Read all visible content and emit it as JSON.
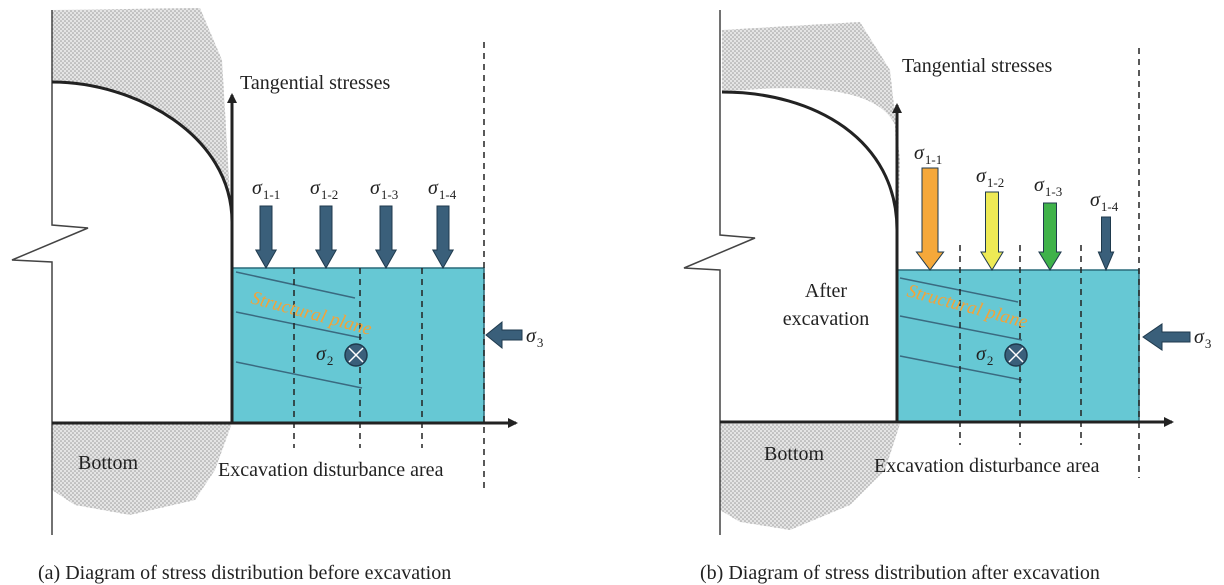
{
  "panel_a": {
    "axis_label": "Tangential stresses",
    "disturbance_label": "Excavation disturbance area",
    "bottom_label": "Bottom",
    "plane_label": "Structural plane",
    "sigma_symbol": "σ",
    "sigma1_subs": [
      "1-1",
      "1-2",
      "1-3",
      "1-4"
    ],
    "sigma2_sub": "2",
    "sigma3_sub": "3",
    "caption": "(a) Diagram of stress distribution before excavation",
    "arrow_colors": [
      "#3a5f7a",
      "#3a5f7a",
      "#3a5f7a",
      "#3a5f7a"
    ]
  },
  "panel_b": {
    "axis_label": "Tangential stresses",
    "disturbance_label": "Excavation disturbance area",
    "bottom_label": "Bottom",
    "plane_label": "Structural plane",
    "after_line1": "After",
    "after_line2": "excavation",
    "sigma_symbol": "σ",
    "sigma1_subs": [
      "1-1",
      "1-2",
      "1-3",
      "1-4"
    ],
    "sigma2_sub": "2",
    "sigma3_sub": "3",
    "caption": "(b) Diagram of stress distribution after excavation",
    "arrow_colors": [
      "#f5a83a",
      "#eeea55",
      "#3fb24a",
      "#3a5f7a"
    ]
  },
  "colors": {
    "zone_fill": "#66c8d4",
    "rock_fill": "#d9d9d9",
    "arrow_default": "#3a5f7a",
    "line": "#222222",
    "plane_text": "#f2a33a"
  }
}
